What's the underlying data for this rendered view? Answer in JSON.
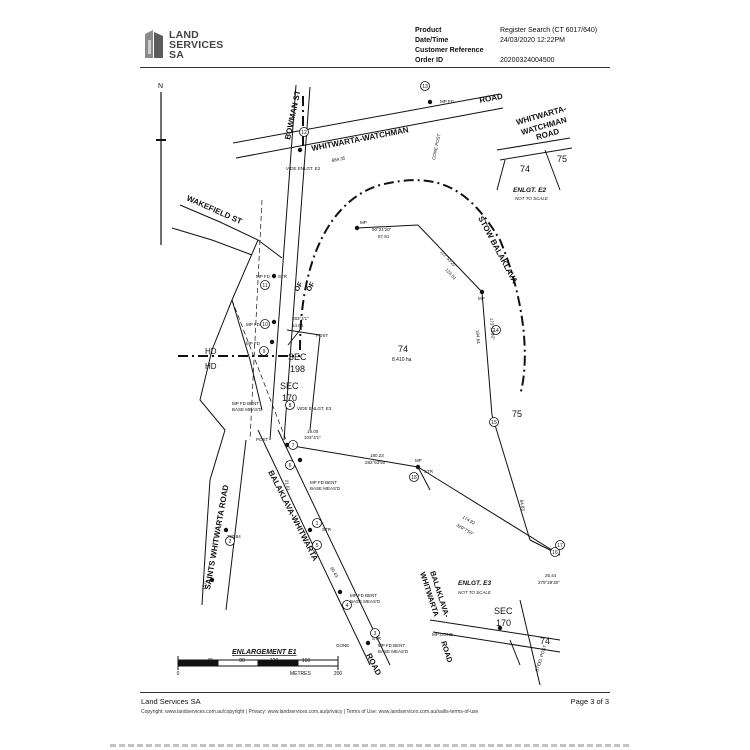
{
  "header": {
    "logo_text": "LAND\nSERVICES\nSA",
    "meta_labels": [
      "Product",
      "Date/Time",
      "Customer Reference",
      "Order ID"
    ],
    "meta_values": [
      "Register Search (CT 6017/640)",
      "24/03/2020 12:22PM",
      "",
      "20200324004500"
    ]
  },
  "plan": {
    "north_label": "N",
    "roads": {
      "bowman": "BOWMAN ST",
      "whitwarta_watchman": "WHITWARTA-WATCHMAN",
      "road": "ROAD",
      "wakefield": "WAKEFIELD ST",
      "saints_whitwarta": "SAINTS WHITWARTA ROAD",
      "balaklava_whitwarta": "BALAKLAVA-WHITWARTA",
      "road_bottom": "ROAD",
      "stow_balaklava": "STOW BALAKLAVA",
      "of": "OF",
      "of2": "OF"
    },
    "hundreds": {
      "hd1": "HD",
      "hd2": "HD"
    },
    "sections": {
      "sec198_a": "SEC",
      "sec198_b": "198",
      "sec170_a": "SEC",
      "sec170_b": "170",
      "allot74": "74",
      "area74": "8.410 ha",
      "allot75": "75"
    },
    "enlargement_e2": {
      "road_a": "WHITWARTA-",
      "road_b": "WATCHMAN",
      "road_c": "ROAD",
      "n74": "74",
      "n75": "75",
      "title": "ENLGT. E2",
      "note": "NOT TO SCALE"
    },
    "enlargement_e3": {
      "title": "ENLGT. E3",
      "note": "NOT TO SCALE",
      "road_a": "BALAKLAVA-",
      "road_b": "WHITWARTA",
      "road_c": "ROAD",
      "sec_a": "SEC",
      "sec_b": "170",
      "n74": "74",
      "mp_gone": "MP GONE",
      "steel_post": "STEEL POST"
    },
    "dims": {
      "d1": "57.81",
      "d1b": "90°21'20\"",
      "d2": "124.51",
      "d2b": "127°53'20\"",
      "d3": "184.64",
      "d3b": "173°12'40\"",
      "d4": "180.23",
      "d4b": "282°53'50\"",
      "d5": "19.00",
      "d5b": "103°4'1\"",
      "d6": "54.66",
      "d6b": "283°4'1\"",
      "d7": "174.92",
      "d7b": "329°7'50\"",
      "d8": "26.44",
      "d8b": "279°28'30\"",
      "d9": "664.35",
      "d10": "84.83",
      "d11": "750.84",
      "d12": "21.61",
      "d13": "90.43",
      "d14": "15.0"
    },
    "marks": {
      "mp": "MP",
      "str": "STR",
      "mp_fd": "MP FD",
      "post": "POST",
      "vide_e2": "VIDE ENLGT. E2",
      "vide_e3": "VIDE ENLGT. E3",
      "mp_fd_bent1": "MP FD BENT",
      "base_meas1": "BASE MEAS'D",
      "mp_fd_bent2": "MP FD BENT",
      "base_meas2": "BASE MEAS'D",
      "mp_fd_bent3": "MP FD BENT",
      "base_meas3": "BASE MEAS'D",
      "mp_fd_bent4": "MP FD BENT",
      "base_meas4": "BASE MEAS'D",
      "gone": "GONE",
      "cone_post": "CONE POST"
    },
    "circle_numbers": [
      "1",
      "2",
      "3",
      "4",
      "5",
      "6",
      "7",
      "8",
      "9",
      "10",
      "11",
      "12",
      "13",
      "14",
      "15",
      "16",
      "17",
      "18"
    ],
    "scale": {
      "title": "ENLARGEMENT E1",
      "ticks": [
        "0",
        "40",
        "80",
        "120",
        "160",
        "200"
      ],
      "unit": "METRES"
    }
  },
  "footer": {
    "org": "Land Services SA",
    "page": "Page 3 of 3",
    "links": "Copyright: www.landservices.com.au/copyright | Privacy: www.landservices.com.au/privacy | Terms of Use: www.landservices.com.au/sailis-terms-of-use"
  }
}
